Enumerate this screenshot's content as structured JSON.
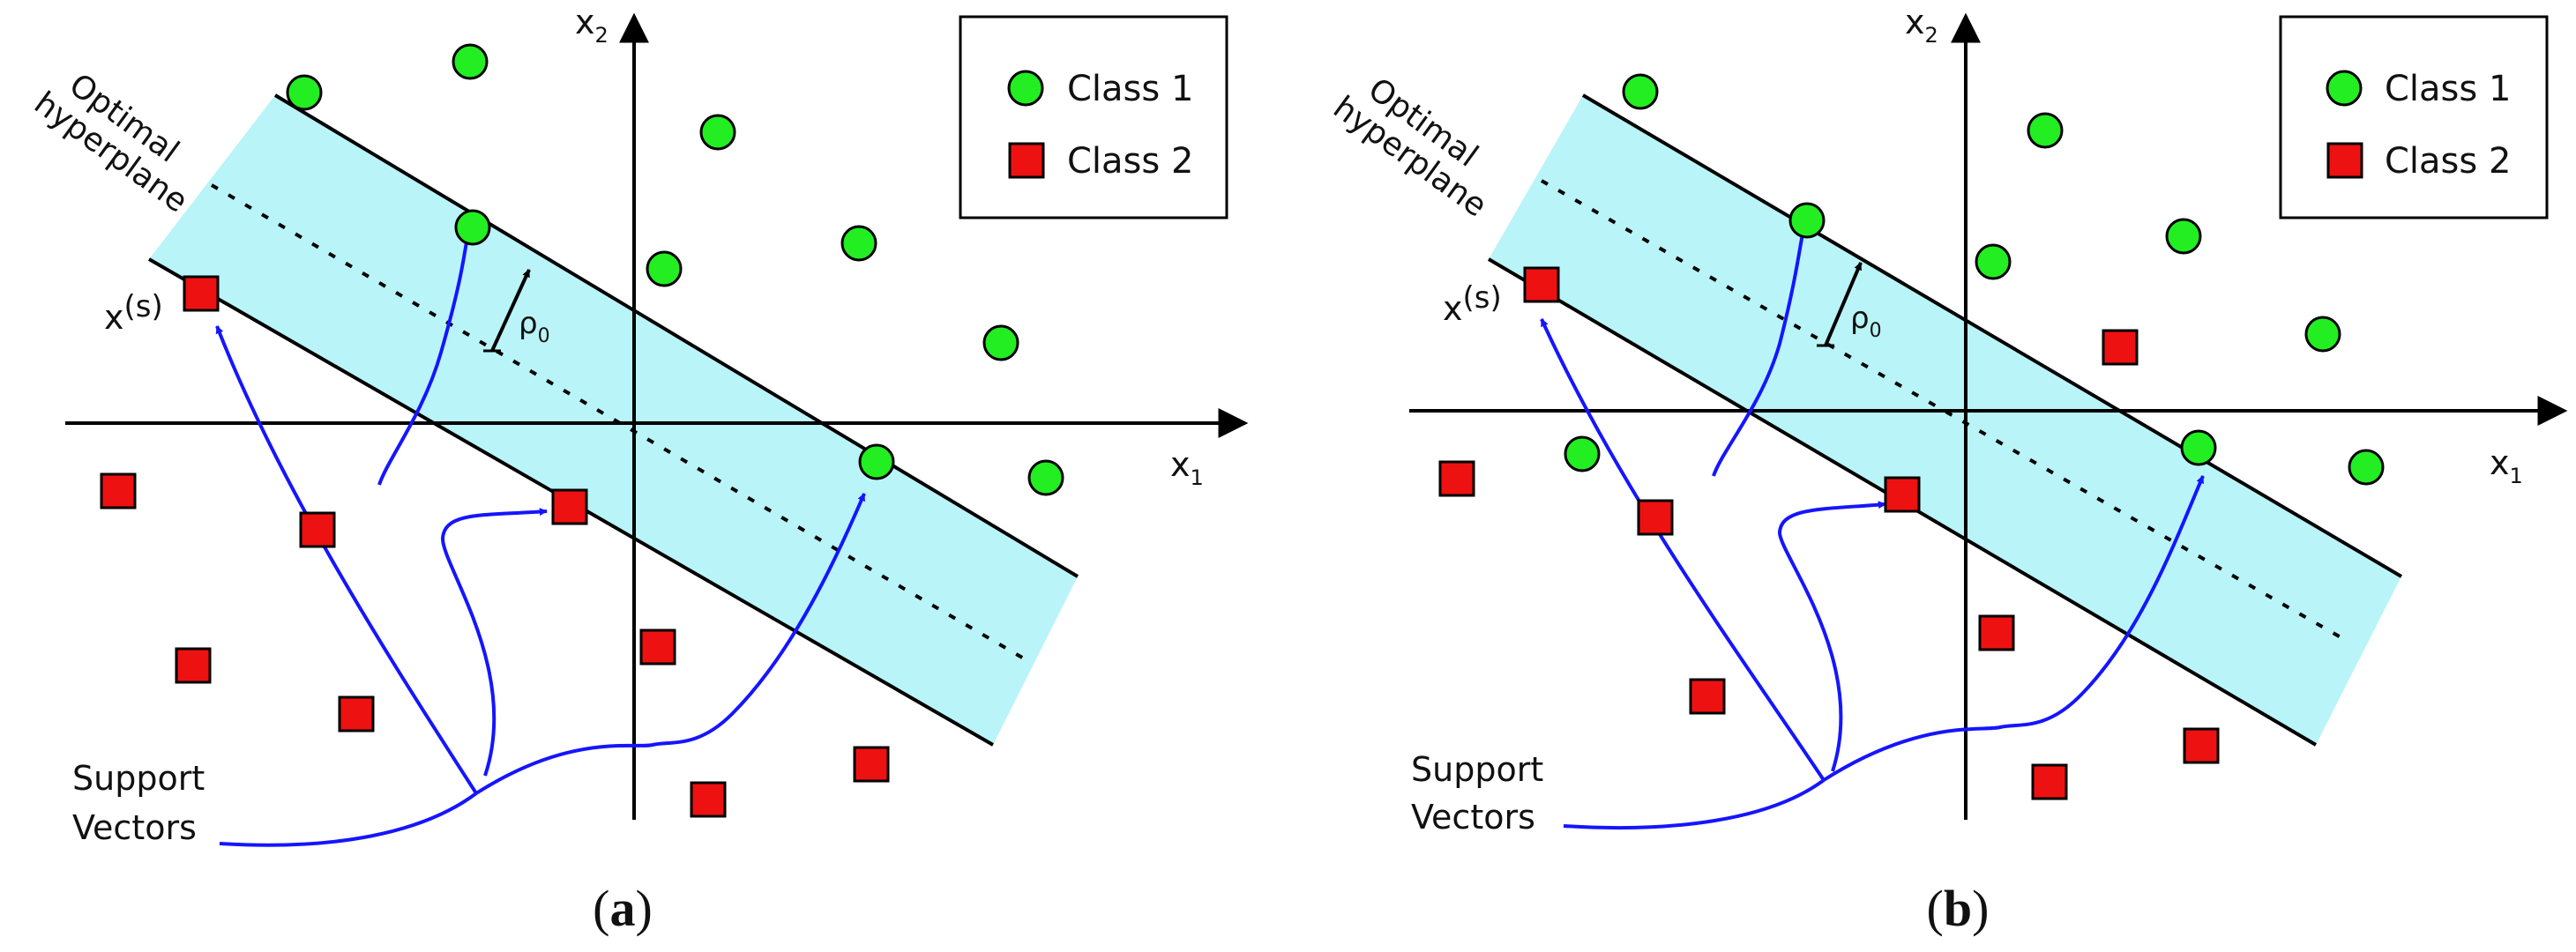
{
  "colors": {
    "class1_fill": "#22ee22",
    "class2_fill": "#ee1111",
    "margin_band": "#b9f4f8",
    "arrow": "#1515ff",
    "line": "#000000"
  },
  "icons": {
    "class1_marker": "green-circle",
    "class2_marker": "red-square"
  },
  "panels": [
    {
      "caption": "(a)",
      "caption_letter": "a",
      "x1_label": "x",
      "x1_sub": "1",
      "x2_label": "x",
      "x2_sub": "2",
      "hyperplane_label_line1": "Optimal",
      "hyperplane_label_line2": "hyperplane",
      "margin_label": "ρ",
      "margin_sub": "0",
      "sv_label_main": "x",
      "sv_label_sup": "(s)",
      "support_vectors_line1": "Support",
      "support_vectors_line2": "Vectors",
      "legend": [
        {
          "marker": "class1",
          "label": "Class 1"
        },
        {
          "marker": "class2",
          "label": "Class 2"
        }
      ]
    },
    {
      "caption": "(b)",
      "caption_letter": "b",
      "x1_label": "x",
      "x1_sub": "1",
      "x2_label": "x",
      "x2_sub": "2",
      "hyperplane_label_line1": "Optimal",
      "hyperplane_label_line2": "hyperplane",
      "margin_label": "ρ",
      "margin_sub": "0",
      "sv_label_main": "x",
      "sv_label_sup": "(s)",
      "support_vectors_line1": "Support",
      "support_vectors_line2": "Vectors",
      "legend": [
        {
          "marker": "class1",
          "label": "Class 1"
        },
        {
          "marker": "class2",
          "label": "Class 2"
        }
      ]
    }
  ]
}
